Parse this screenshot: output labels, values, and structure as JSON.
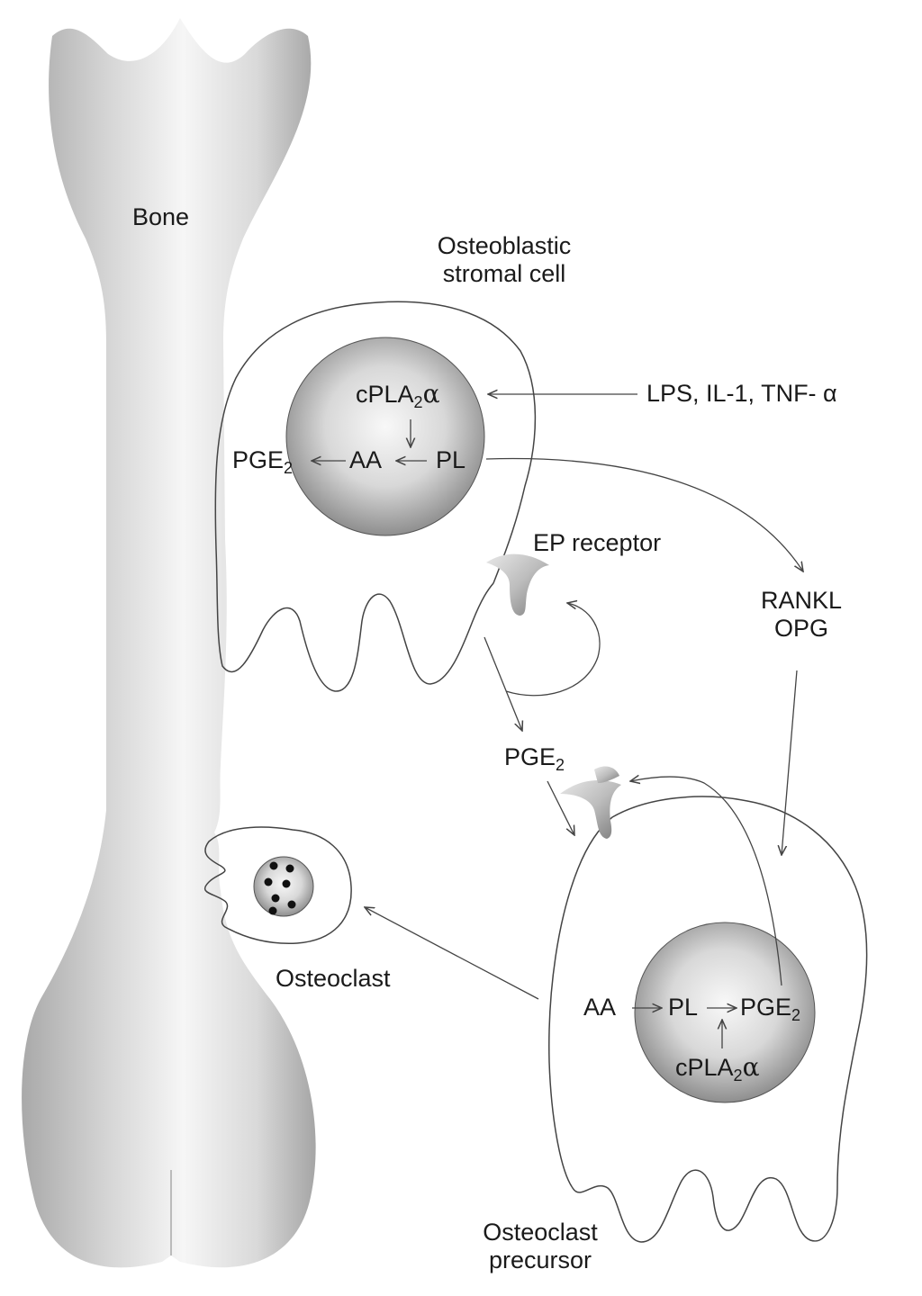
{
  "labels": {
    "bone": "Bone",
    "osteoblast_line1": "Osteoblastic",
    "osteoblast_line2": "stromal cell",
    "stimuli": "LPS, IL-1, TNF- α",
    "ep_receptor": "EP receptor",
    "rankl": "RANKL",
    "opg": "OPG",
    "pge2_signal": "PGE",
    "pge2_signal_sub": "2",
    "osteoclast": "Osteoclast",
    "precursor_line1": "Osteoclast",
    "precursor_line2": "precursor"
  },
  "upper_cell": {
    "cpla2": "cPLA",
    "cpla2_sub": "2",
    "cpla2_greek": "α",
    "pge2": "PGE",
    "pge2_sub": "2",
    "aa": "AA",
    "pl": "PL"
  },
  "lower_cell": {
    "aa": "AA",
    "pl": "PL",
    "pge2": "PGE",
    "pge2_sub": "2",
    "cpla2": "cPLA",
    "cpla2_sub": "2",
    "cpla2_greek": "α"
  },
  "colors": {
    "line": "#444444",
    "bone_light": "#f5f5f5",
    "bone_dark": "#9a9a9a",
    "nucleus_light": "#f7f7f7",
    "nucleus_dark": "#8c8c8c",
    "dots": "#111111"
  }
}
